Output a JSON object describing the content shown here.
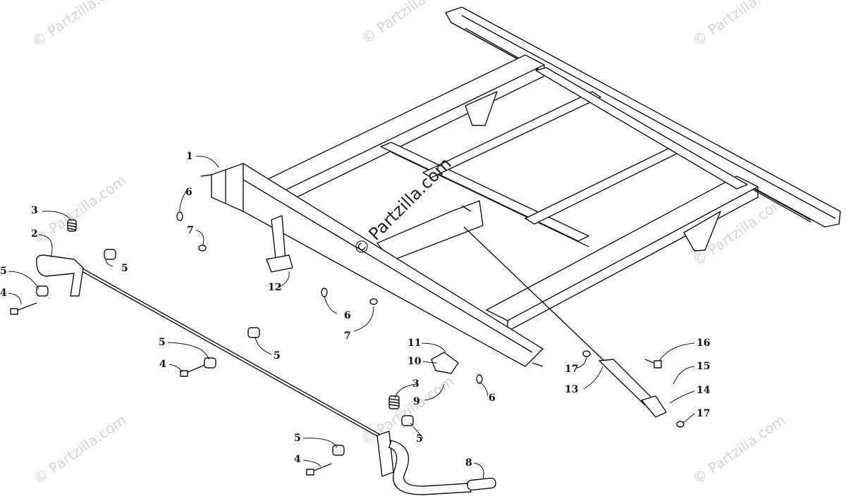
{
  "watermark": "© Partzilla.com",
  "watermark_center": "© Partzilla.com",
  "callouts": [
    "1",
    "2",
    "3",
    "4",
    "5",
    "6",
    "7",
    "5",
    "12",
    "6",
    "7",
    "5",
    "5",
    "4",
    "3",
    "11",
    "10",
    "9",
    "6",
    "17",
    "13",
    "16",
    "15",
    "14",
    "17",
    "3",
    "5",
    "5",
    "4",
    "8"
  ]
}
